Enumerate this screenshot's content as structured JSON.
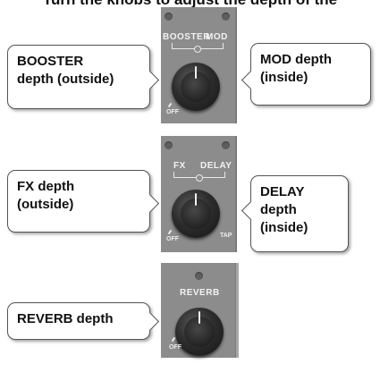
{
  "title": "Turn the knobs to adjust the depth of the",
  "panels": [
    {
      "label_left": "BOOSTER",
      "label_right": "MOD",
      "off_label": "OFF",
      "callout_left": [
        "BOOSTER",
        "depth (outside)"
      ],
      "callout_right": [
        "MOD depth",
        "(inside)"
      ]
    },
    {
      "label_left": "FX",
      "label_right": "DELAY",
      "off_label": "OFF",
      "tap_label": "TAP",
      "callout_left": [
        "FX depth",
        "(outside)"
      ],
      "callout_right": [
        "DELAY",
        "depth",
        "(inside)"
      ]
    },
    {
      "label": "REVERB",
      "off_label": "OFF",
      "callout_left": [
        "REVERB depth"
      ]
    }
  ],
  "colors": {
    "panel": "#8c8c8c",
    "knob": "#1e1e1e",
    "label": "#f2f2f2"
  }
}
